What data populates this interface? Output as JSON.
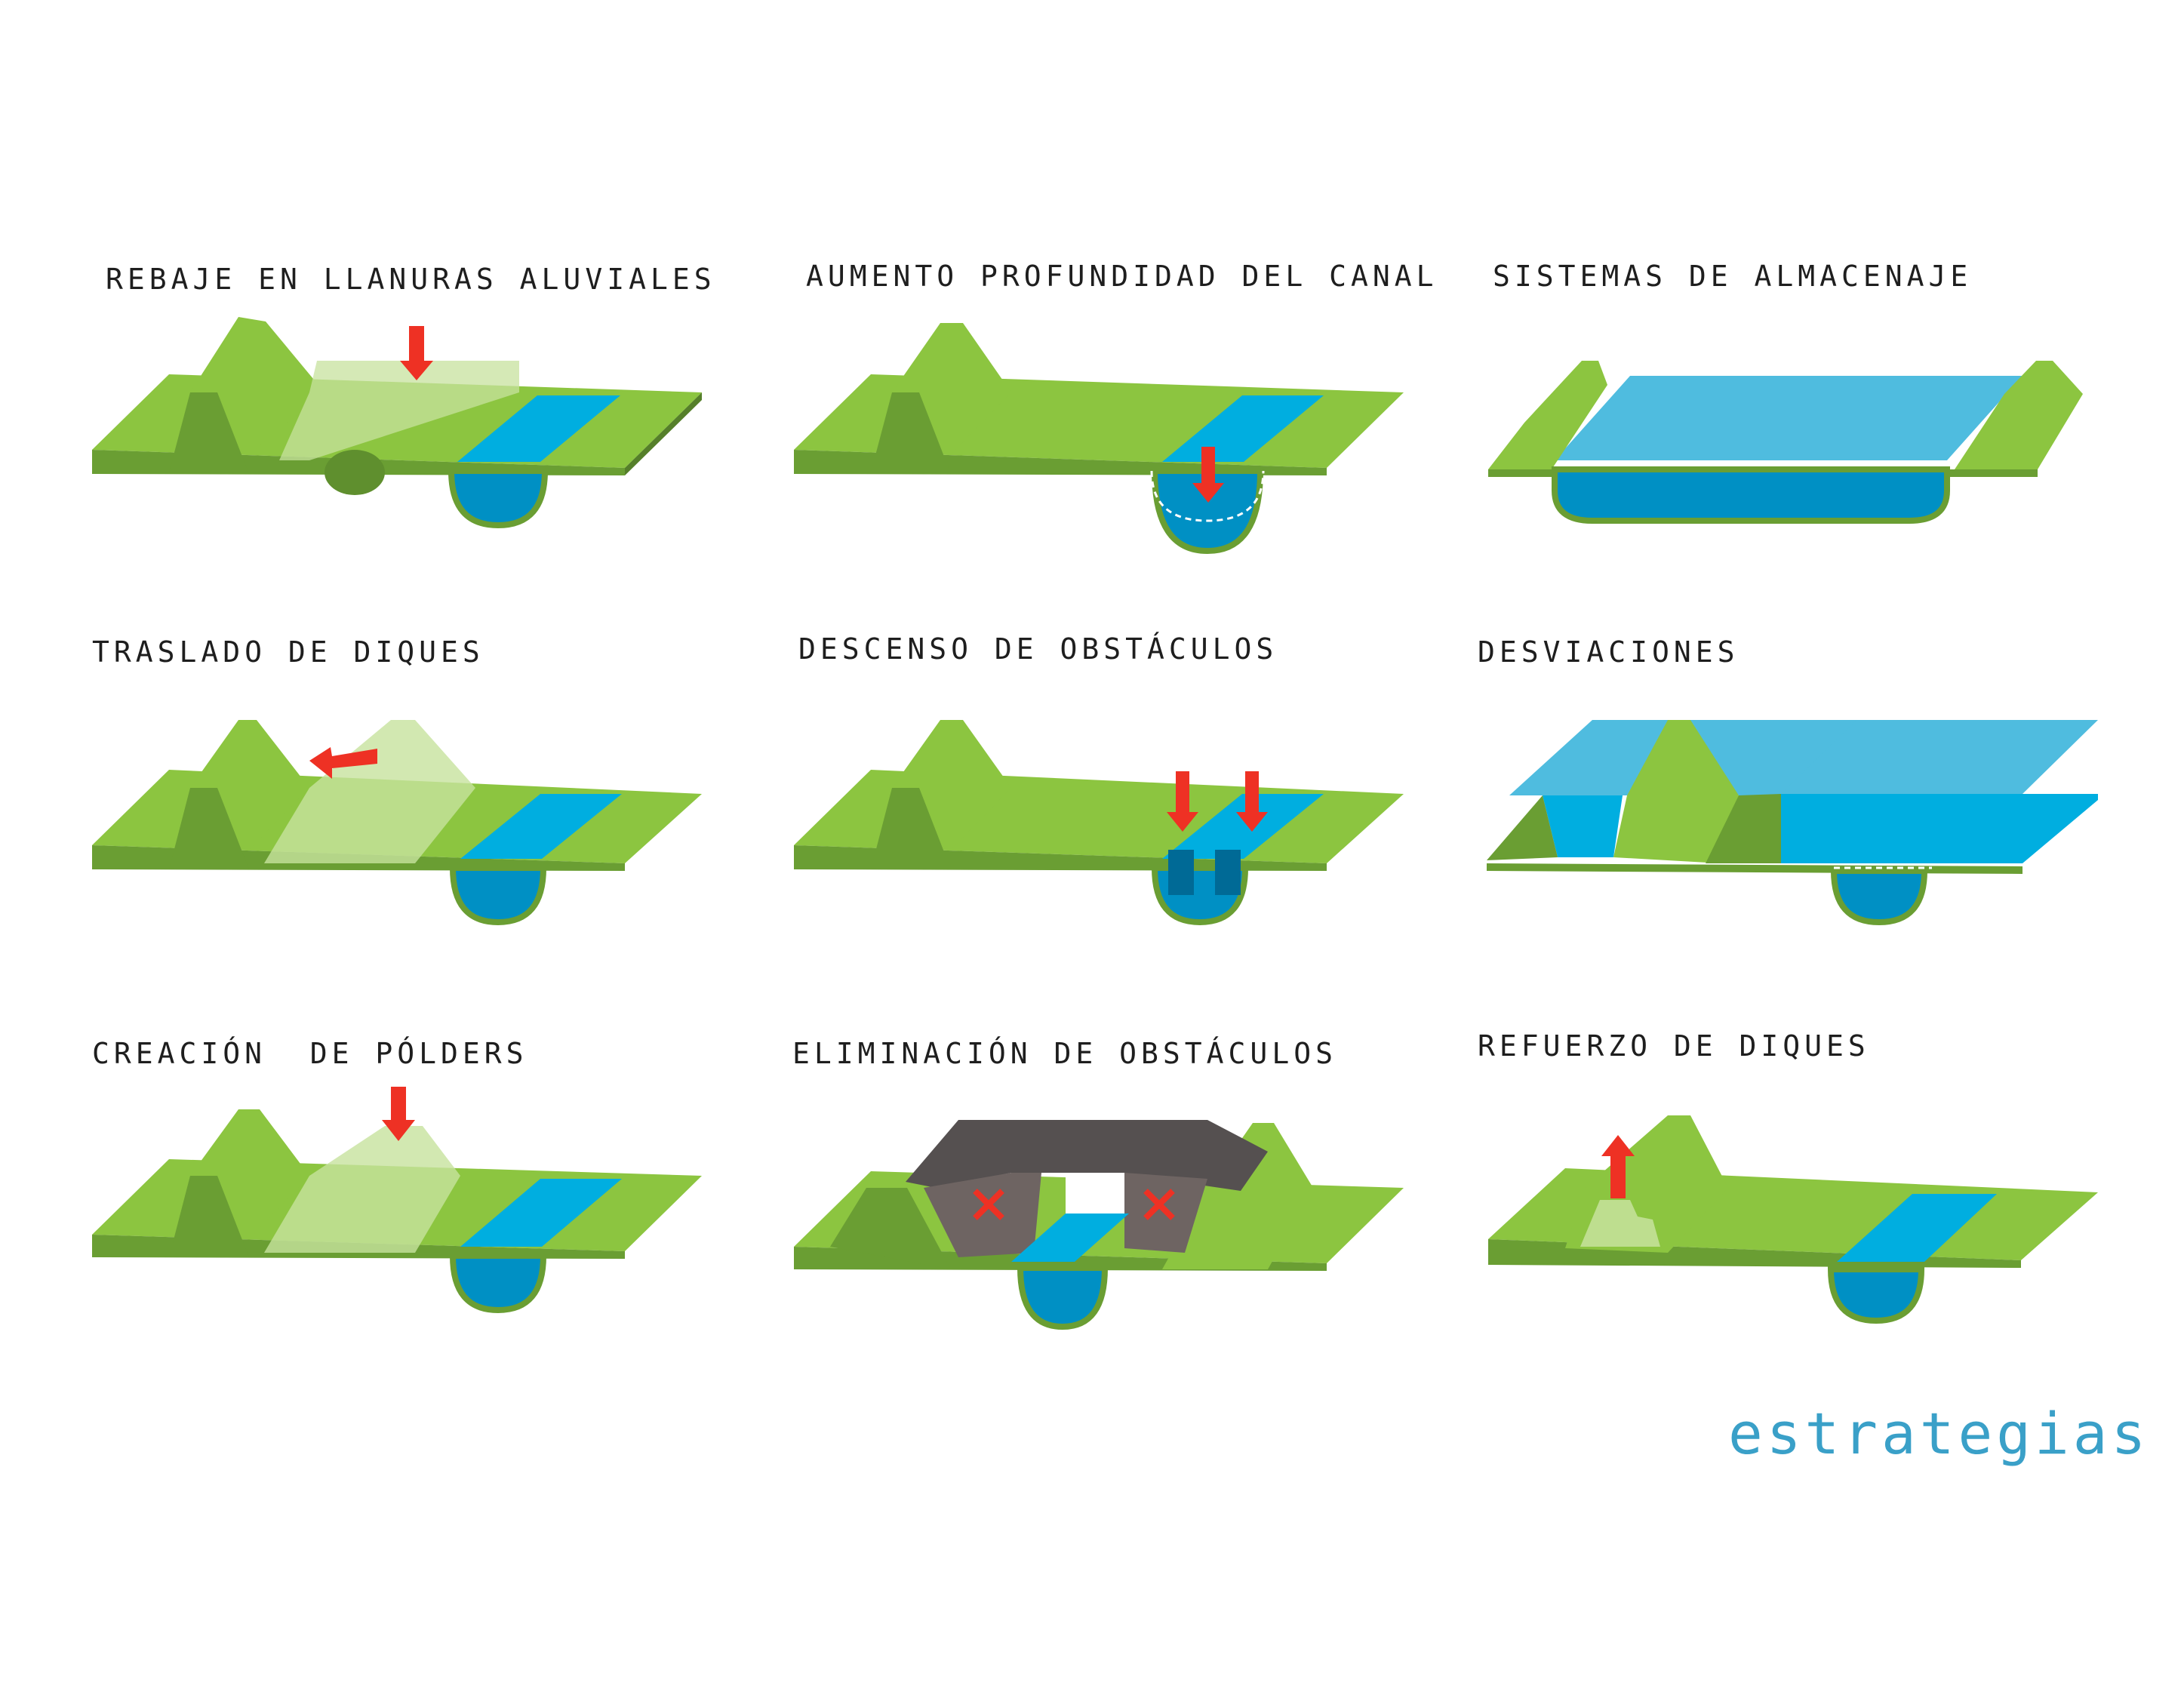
{
  "panels": [
    {
      "title": "REBAJE EN LLANURAS ALUVIALES"
    },
    {
      "title": "AUMENTO PROFUNDIDAD DEL CANAL"
    },
    {
      "title": "SISTEMAS DE ALMACENAJE"
    },
    {
      "title": "TRASLADO DE DIQUES"
    },
    {
      "title": "DESCENSO DE OBSTÁCULOS"
    },
    {
      "title": "DESVIACIONES"
    },
    {
      "title": "CREACIÓN  DE PÓLDERS"
    },
    {
      "title": "ELIMINACIÓN DE OBSTÁCULOS"
    },
    {
      "title": "REFUERZO DE DIQUES"
    }
  ],
  "footer_title": "estrategias",
  "colors": {
    "grass_top": "#8cc540",
    "grass_front": "#6a9e33",
    "water_top": "#00aee0",
    "water_front": "#0090c4",
    "arrow": "#ee3124",
    "bridge": "#555050",
    "title_accent": "#3aa0c8"
  }
}
